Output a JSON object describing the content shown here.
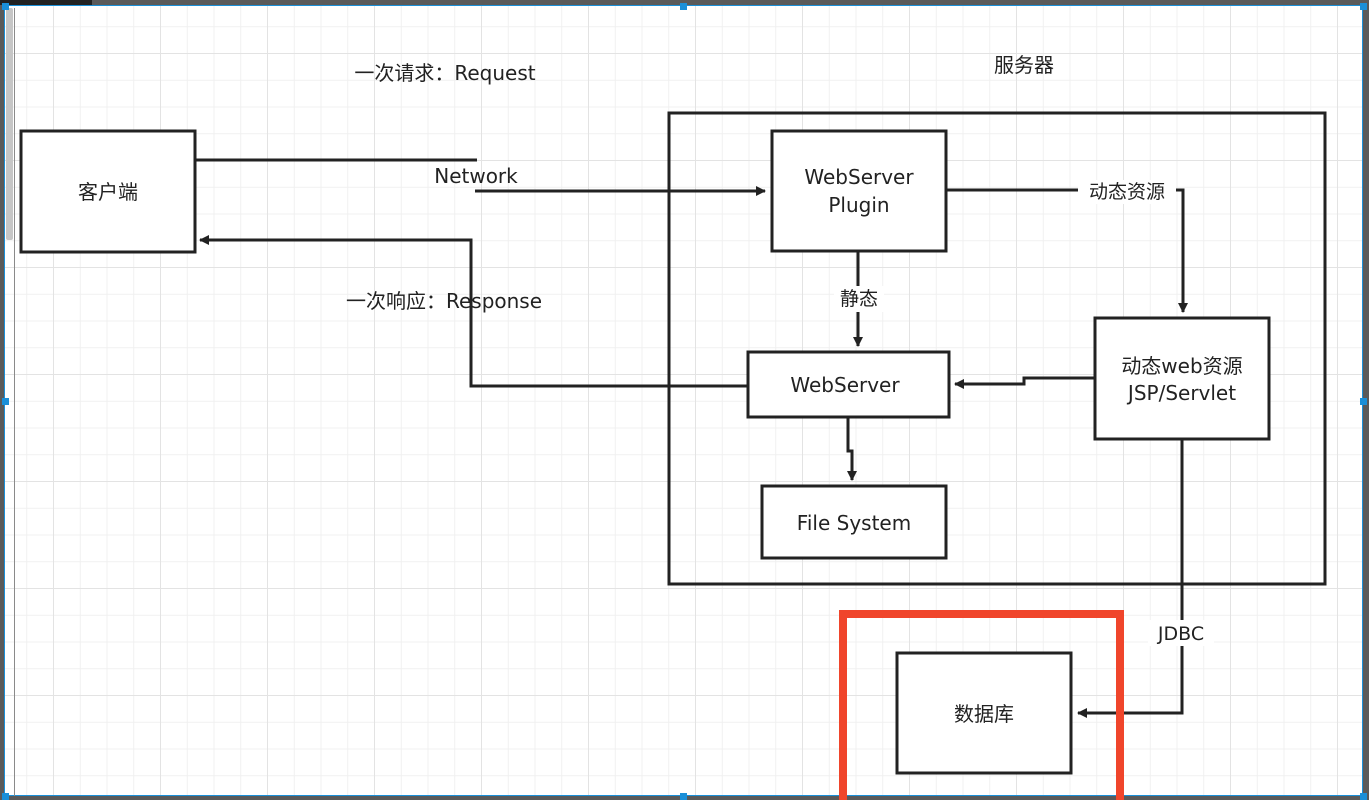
{
  "diagram": {
    "title_server": "服务器",
    "request_label": "一次请求：Request",
    "response_label": "一次响应：Response",
    "network_label": "Network",
    "nodes": {
      "client": "客户端",
      "plugin_line1": "WebServer",
      "plugin_line2": "Plugin",
      "webserver": "WebServer",
      "filesystem": "File System",
      "dynamic_line1": "动态web资源",
      "dynamic_line2": "JSP/Servlet",
      "database": "数据库"
    },
    "edges": {
      "dynamic_resource": "动态资源",
      "static": "静态",
      "jdbc": "JDBC"
    },
    "colors": {
      "line": "#222222",
      "highlight": "#f0452b",
      "selection": "#1a8fd8"
    }
  }
}
